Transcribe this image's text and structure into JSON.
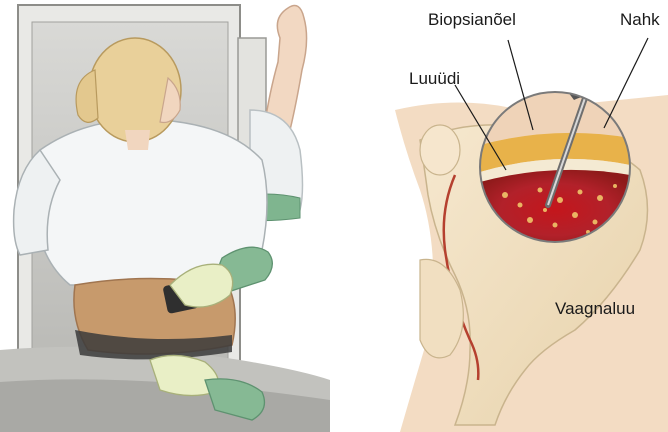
{
  "labels": {
    "needle": "Biopsianõel",
    "skin": "Nahk",
    "marrow": "Luuüdi",
    "pelvis": "Vaagnaluu"
  }
}
